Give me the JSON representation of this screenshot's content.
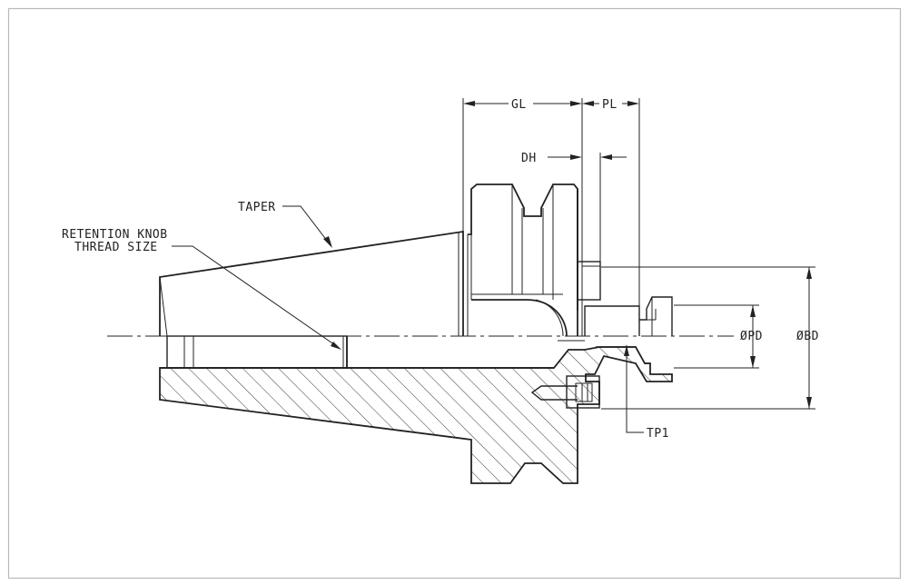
{
  "labels": {
    "gl": "GL",
    "pl": "PL",
    "dh": "DH",
    "taper": "TAPER",
    "retention_line1": "RETENTION KNOB",
    "retention_line2": "THREAD SIZE",
    "pd": "ØPD",
    "bd": "ØBD",
    "tp1": "TP1"
  },
  "colors": {
    "line": "#222222",
    "frame": "#b9b9b9",
    "background": "#ffffff"
  }
}
